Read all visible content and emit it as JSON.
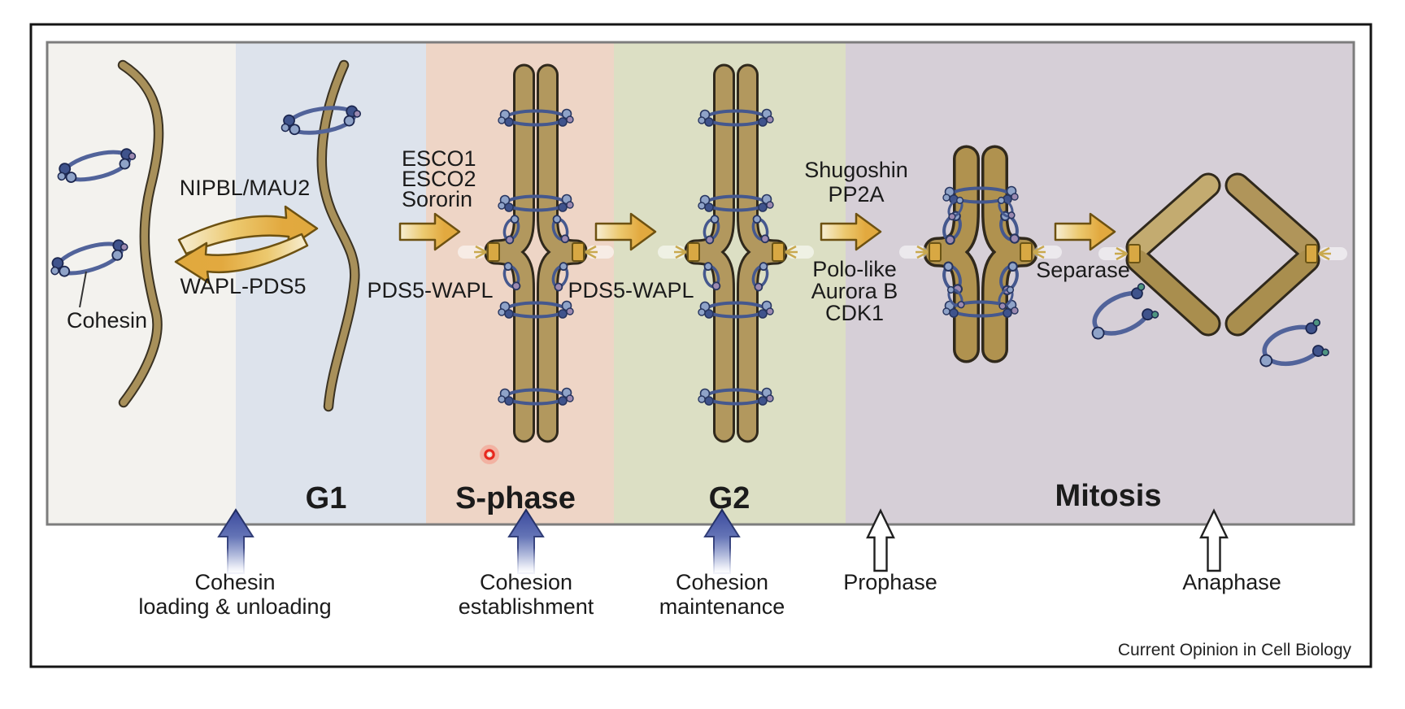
{
  "source_line": "Current Opinion in Cell Biology",
  "phase_labels": {
    "g1": "G1",
    "s_phase": "S-phase",
    "g2": "G2",
    "mitosis": "Mitosis"
  },
  "molecule_labels": {
    "cohesin": "Cohesin",
    "loader": "NIPBL/MAU2",
    "unloader": "WAPL-PDS5",
    "esco1": "ESCO1",
    "esco2": "ESCO2",
    "sororin": "Sororin",
    "pds5_wapl_left": "PDS5-WAPL",
    "pds5_wapl_right": "PDS5-WAPL",
    "shugoshin": "Shugoshin",
    "pp2a": "PP2A",
    "polo_like": "Polo-like",
    "aurora_b": "Aurora B",
    "cdk1": "CDK1",
    "separase": "Separase"
  },
  "timeline_events": {
    "loading": {
      "line1": "Cohesin",
      "line2": "loading & unloading"
    },
    "establishment": {
      "line1": "Cohesion",
      "line2": "establishment"
    },
    "maintenance": {
      "line1": "Cohesion",
      "line2": "maintenance"
    },
    "prophase": {
      "label": "Prophase"
    },
    "anaphase": {
      "label": "Anaphase"
    }
  },
  "colors": {
    "band_precycle": "#f3f2ee",
    "band_g1": "#dde3ec",
    "band_s_phase": "#eed5c6",
    "band_g2": "#dcdfc4",
    "band_mitosis": "#d6cfd7",
    "gold_arrow": "#e2a93f",
    "cohesin_blue": "#51639a",
    "chromatid_tan": "#b2985e",
    "timeline_arrow_blue": "#36459b",
    "cursor_red": "#e8281e"
  }
}
